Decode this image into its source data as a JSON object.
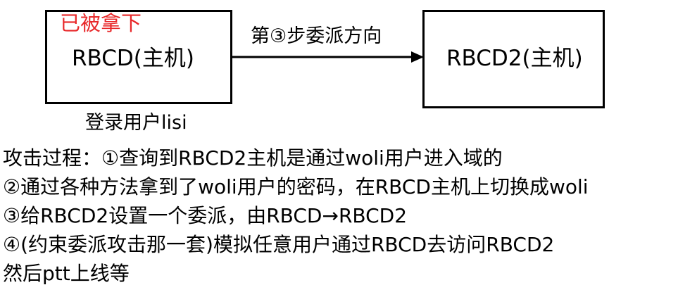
{
  "diagram": {
    "source_node": {
      "status": "已被拿下",
      "label": "RBCD(主机)",
      "user": "登录用户lisi"
    },
    "target_node": {
      "label": "RBCD2(主机)"
    },
    "edge": {
      "label": "第③步委派方向"
    },
    "colors": {
      "status": "#e8282a",
      "stroke": "#000000"
    }
  },
  "notes": [
    "攻击过程：①查询到RBCD2主机是通过woli用户进入域的",
    "②通过各种方法拿到了woli用户的密码，在RBCD主机上切换成woli",
    "③给RBCD2设置一个委派，由RBCD→RBCD2",
    "④(约束委派攻击那一套)模拟任意用户通过RBCD去访问RBCD2",
    "然后ptt上线等"
  ]
}
